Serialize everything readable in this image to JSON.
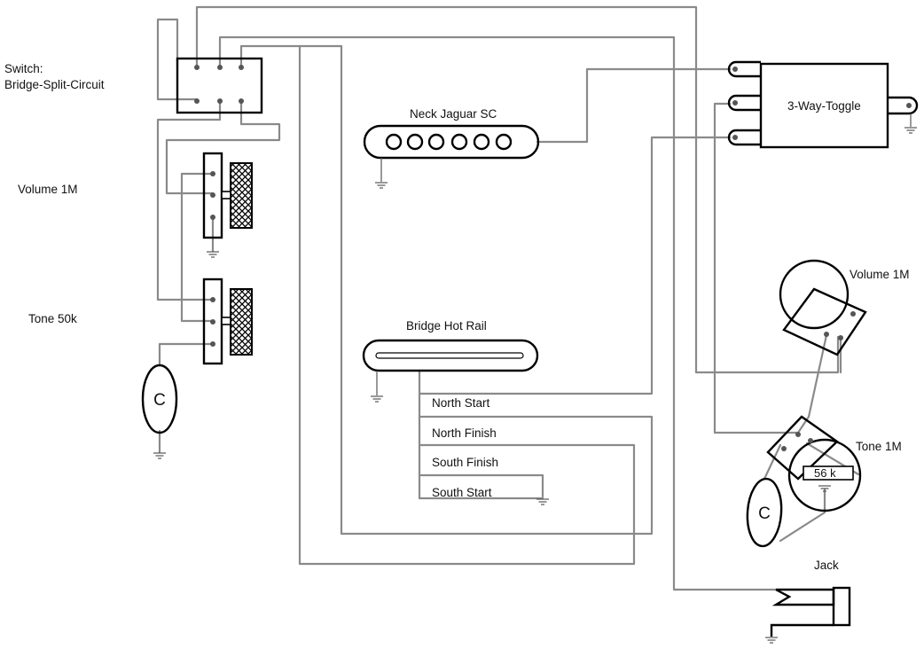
{
  "labels": {
    "switch_line1": "Switch:",
    "switch_line2": "Bridge-Split-Circuit",
    "volume_left": "Volume 1M",
    "tone_left": "Tone 50k",
    "neck_pickup": "Neck Jaguar SC",
    "bridge_pickup": "Bridge Hot Rail",
    "north_start": "North Start",
    "north_finish": "North Finish",
    "south_finish": "South Finish",
    "south_start": "South Start",
    "toggle": "3-Way-Toggle",
    "volume_right": "Volume 1M",
    "tone_right": "Tone 1M",
    "resistor": "56 k",
    "jack": "Jack",
    "cap_left": "C",
    "cap_right": "C"
  },
  "colors": {
    "wire": "#8a8a8a",
    "component": "#000000",
    "background": "#ffffff"
  }
}
